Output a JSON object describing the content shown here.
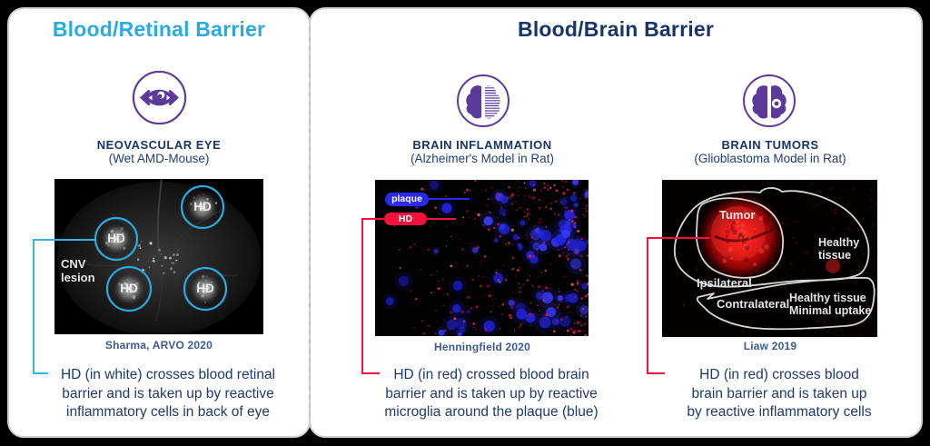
{
  "colors": {
    "accent_cyan": "#29abe2",
    "navy": "#17356b",
    "purple": "#5b3a9b",
    "hd_red": "#f8113c",
    "plaque_blue": "#2a2aee",
    "citation_blue": "#3d5a8f"
  },
  "left_panel": {
    "title": "Blood/Retinal Barrier",
    "icon": "eye-icon",
    "study": {
      "heading": "NEOVASCULAR EYE",
      "subheading": "(Wet AMD-Mouse)",
      "citation": "Sharma, ARVO 2020",
      "description": "HD (in white) crosses blood retinal\nbarrier and is taken up by reactive\ninflammatory cells in back of eye",
      "image_labels": {
        "hd_1": "HD",
        "hd_2": "HD",
        "hd_3": "HD",
        "hd_4": "HD",
        "lesion": "CNV\nlesion"
      }
    }
  },
  "right_panel": {
    "title": "Blood/Brain Barrier",
    "studies": [
      {
        "icon": "brain-inflammation-icon",
        "heading": "BRAIN INFLAMMATION",
        "subheading": "(Alzheimer's Model in Rat)",
        "citation": "Henningfield 2020",
        "description": "HD (in red) crossed blood brain\nbarrier and is taken up by reactive\nmicroglia around the plaque (blue)",
        "image_labels": {
          "plaque": "plaque",
          "hd": "HD"
        }
      },
      {
        "icon": "brain-tumor-icon",
        "heading": "BRAIN TUMORS",
        "subheading": "(Glioblastoma Model in Rat)",
        "citation": "Liaw 2019",
        "description": "HD (in red) crosses blood\nbrain barrier and is taken up\nby reactive inflammatory cells",
        "image_labels": {
          "tumor": "Tumor",
          "healthy": "Healthy\ntissue",
          "ipsilateral": "Ipsilateral",
          "contralateral": "Contralateral",
          "healthy_minimal": "Healthy tissue\nMinimal uptake"
        }
      }
    ]
  }
}
